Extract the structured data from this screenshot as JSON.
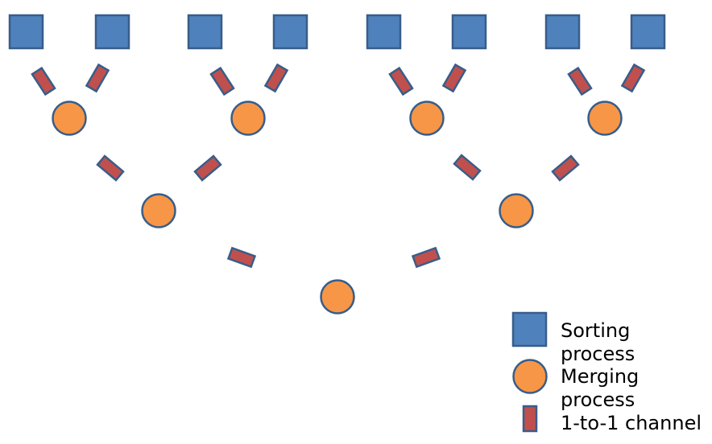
{
  "colors": {
    "sorting_fill": "#4f81bd",
    "sorting_stroke": "#385d8a",
    "merging_fill": "#f79646",
    "merging_stroke": "#385d8a",
    "channel_fill": "#c0504d",
    "channel_stroke": "#385d8a"
  },
  "icons": {
    "sorting": "blue-square",
    "merging": "orange-circle",
    "channel": "red-rectangle"
  },
  "legend": {
    "sorting": {
      "line1": "Sorting",
      "line2": "process"
    },
    "merging": {
      "line1": "Merging",
      "line2": "process"
    },
    "channel": {
      "line1": "1-to-1 channel"
    }
  }
}
